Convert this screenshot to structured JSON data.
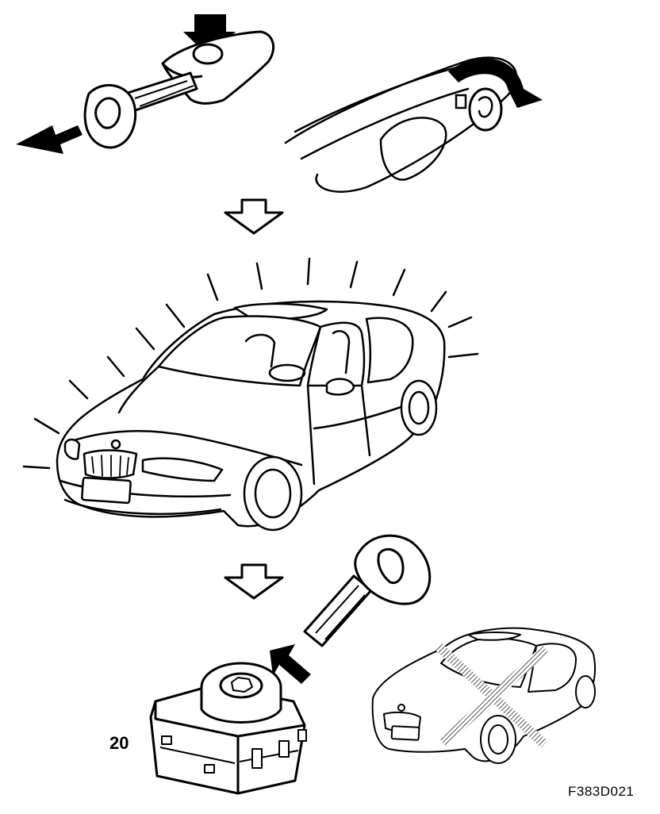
{
  "figure": {
    "callout_label": "20",
    "figure_code": "F383D021",
    "panels": [
      "key-removed-from-door-handle",
      "car-lights-flashing",
      "key-into-ignition-switch",
      "crossed-out-car"
    ],
    "colors": {
      "line": "#000000",
      "background": "#ffffff",
      "cross": "#888888"
    }
  }
}
